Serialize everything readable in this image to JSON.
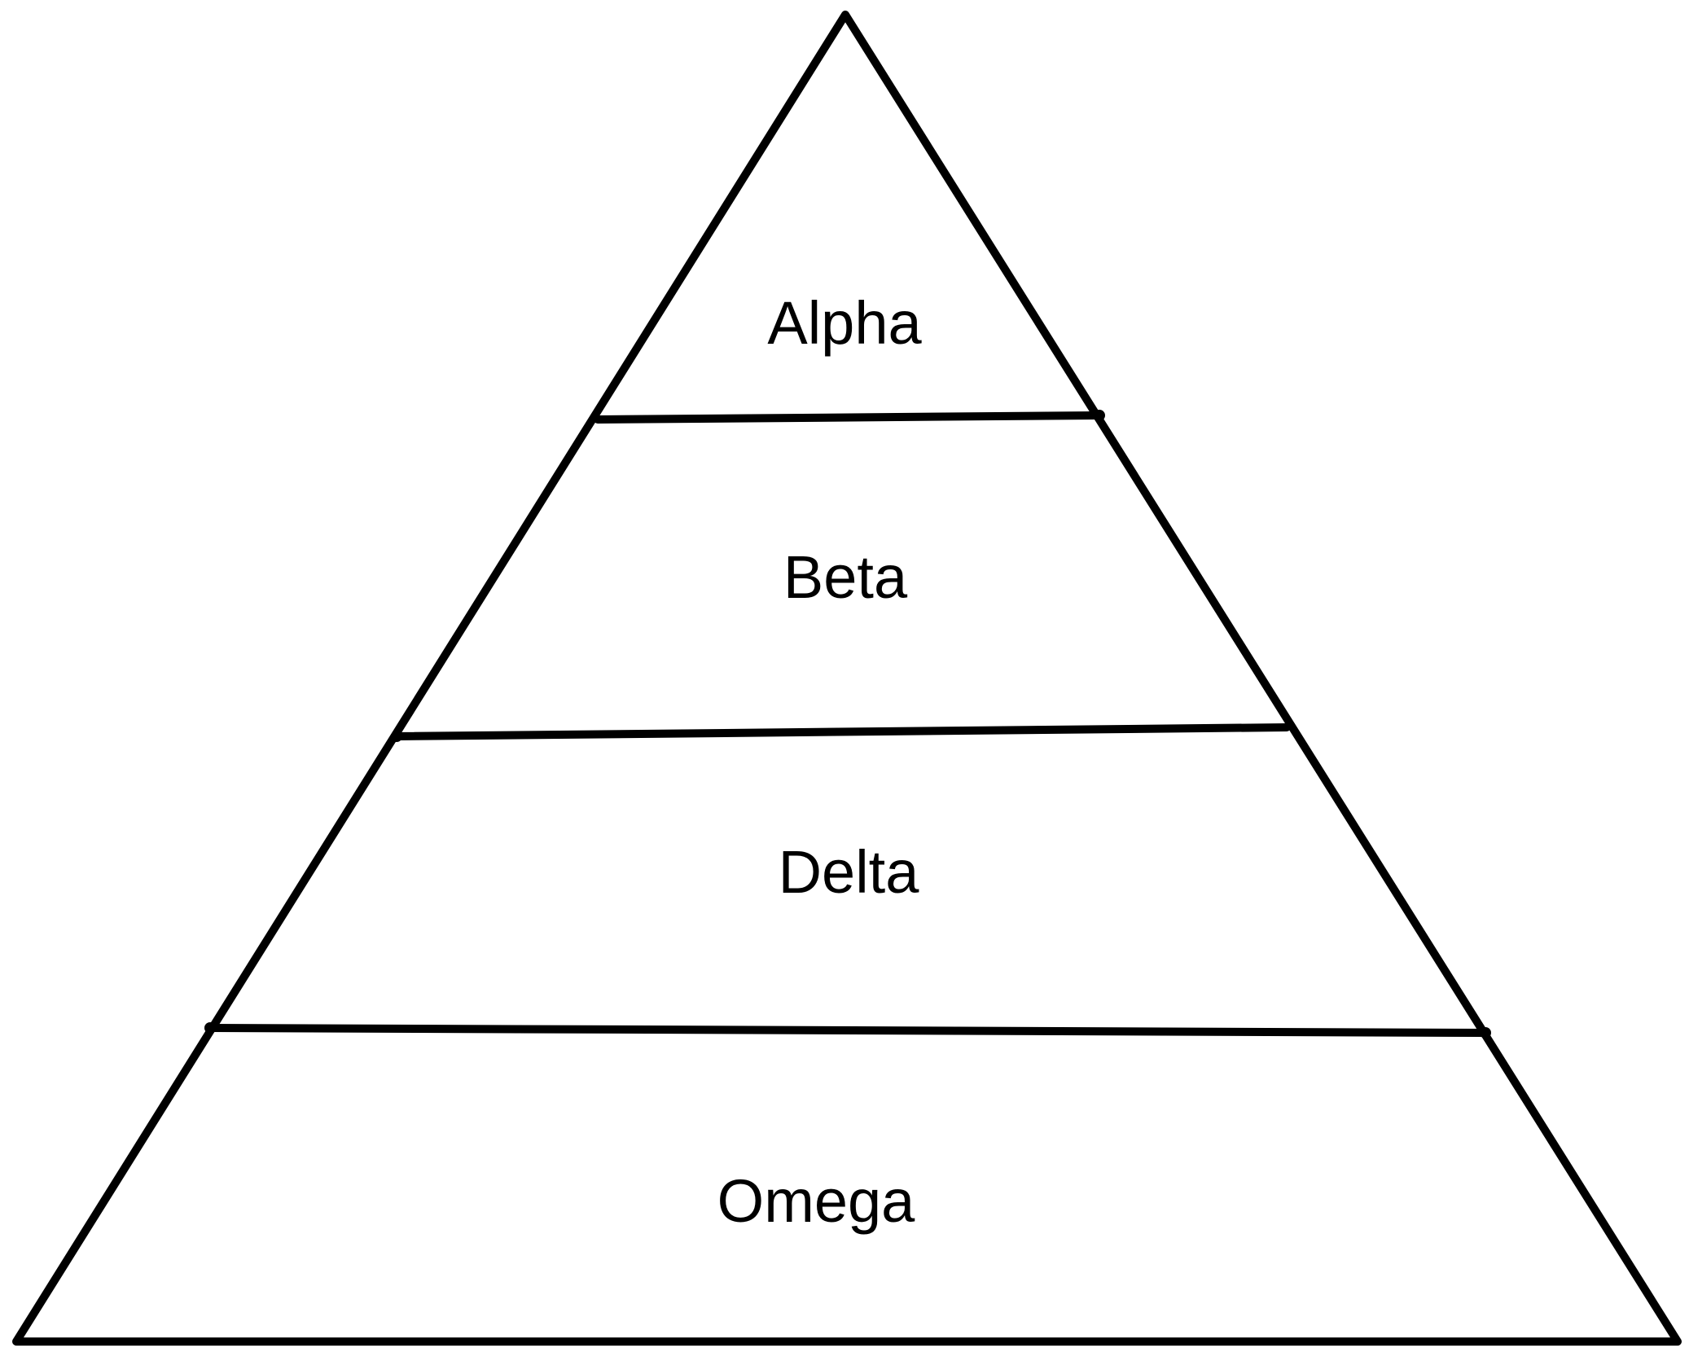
{
  "diagram": {
    "type": "pyramid",
    "tiers": [
      {
        "label": "Alpha"
      },
      {
        "label": "Beta"
      },
      {
        "label": "Delta"
      },
      {
        "label": "Omega"
      }
    ],
    "line_color": "#000000",
    "background_color": "#ffffff"
  }
}
